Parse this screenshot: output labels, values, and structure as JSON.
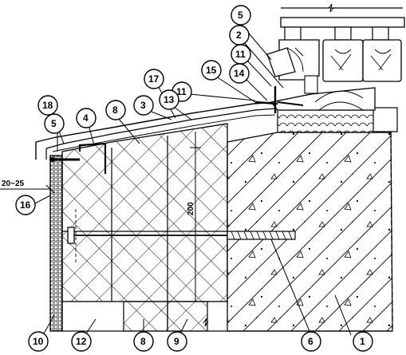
{
  "callouts": [
    {
      "label": "1"
    },
    {
      "label": "2"
    },
    {
      "label": "3"
    },
    {
      "label": "4"
    },
    {
      "label": "5"
    },
    {
      "label": "5"
    },
    {
      "label": "6"
    },
    {
      "label": "8"
    },
    {
      "label": "8"
    },
    {
      "label": "9"
    },
    {
      "label": "10"
    },
    {
      "label": "11"
    },
    {
      "label": "11"
    },
    {
      "label": "12"
    },
    {
      "label": "13"
    },
    {
      "label": "14"
    },
    {
      "label": "15"
    },
    {
      "label": "16"
    },
    {
      "label": "17"
    },
    {
      "label": "18"
    }
  ],
  "dimensions": {
    "gap": "20~25",
    "anchor_depth": "200"
  },
  "colors": {
    "ink": "#000000",
    "paper": "#ffffff"
  }
}
